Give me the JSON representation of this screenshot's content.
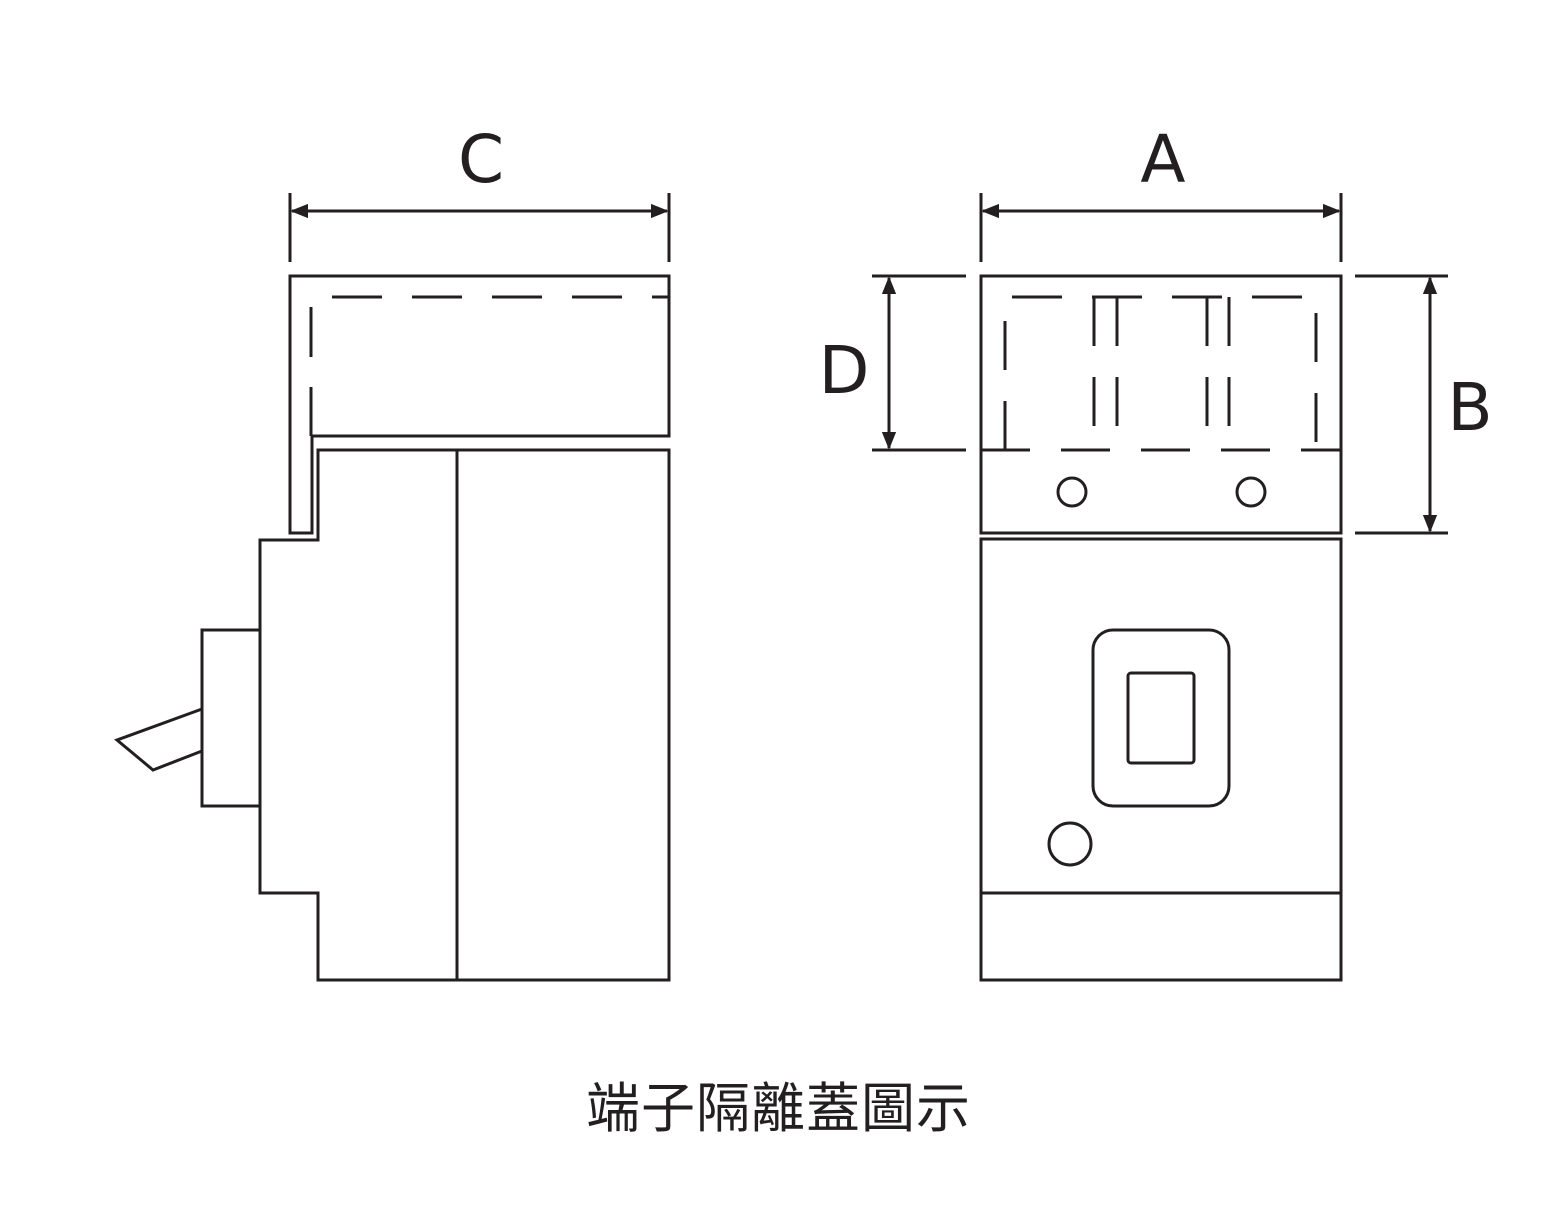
{
  "diagram": {
    "title": "端子隔離蓋圖示",
    "line_color": "#231f20",
    "background_color": "#ffffff",
    "views": [
      {
        "name": "side-view",
        "dimension_labels": [
          "C"
        ],
        "parts": [
          "terminal-cover",
          "breaker-body",
          "handle-base",
          "toggle-handle"
        ]
      },
      {
        "name": "front-view",
        "dimension_labels": [
          "A",
          "B",
          "D"
        ],
        "parts": [
          "terminal-cover",
          "mounting-holes",
          "operating-window",
          "indicator-hole",
          "bottom-panel"
        ]
      }
    ],
    "labels": {
      "c": "C",
      "a": "A",
      "b": "B",
      "d": "D"
    }
  }
}
